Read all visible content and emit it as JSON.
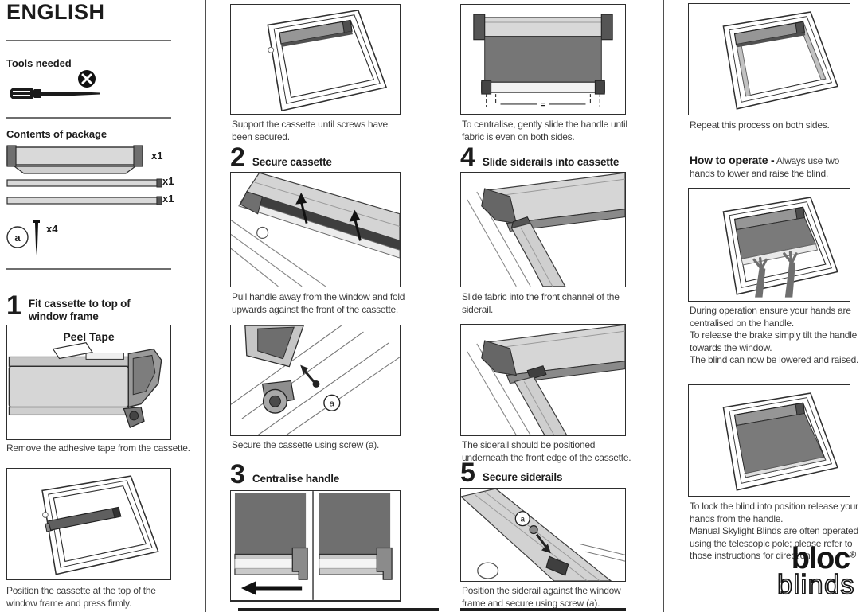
{
  "header": {
    "title": "ENGLISH",
    "tools_heading": "Tools needed",
    "contents_heading": "Contents of package"
  },
  "contents": {
    "cassette_qty": "x1",
    "rail1_qty": "x1",
    "rail2_qty": "x1",
    "screw_label": "a",
    "screw_qty": "x4"
  },
  "steps": [
    {
      "number": "1",
      "title": "Fit cassette to top of window frame"
    },
    {
      "number": "2",
      "title": "Secure cassette"
    },
    {
      "number": "3",
      "title": "Centralise handle"
    },
    {
      "number": "4",
      "title": "Slide siderails into cassette"
    },
    {
      "number": "5",
      "title": "Secure siderails"
    }
  ],
  "captions": {
    "remove_tape": "Remove the adhesive tape from the cassette.",
    "position_cassette": "Position the cassette at the top of the window frame and press firmly.",
    "support_cassette": "Support the cassette until screws have been secured.",
    "pull_handle": "Pull handle away from the window and fold upwards against the front of the cassette.",
    "secure_screw": "Secure the cassette using screw (a).",
    "centralise": "To centralise, gently slide the handle until fabric is even on both sides.",
    "slide_fabric": "Slide fabric into the front channel of the siderail.",
    "siderail_position": "The siderail should be positioned underneath the front edge of the cassette.",
    "secure_siderail": "Position the siderail against the window frame and secure using screw (a).",
    "repeat": "Repeat this process on both sides."
  },
  "diagram_labels": {
    "peel_tape": "Peel Tape",
    "screw": "a",
    "equal": "="
  },
  "operate": {
    "bold": "How to operate -",
    "text": "Always use two hands to lower and raise the blind."
  },
  "operate_notes": [
    "During operation ensure your hands are centralised on the handle.",
    "To release the brake simply tilt the handle towards the window.",
    "The blind can now be lowered and raised."
  ],
  "lock_notes": [
    "To lock the blind into position release your hands from the handle.",
    "Manual Skylight Blinds are often operated using the telescopic pole; please refer to those instructions for direction."
  ],
  "logo": {
    "line1": "bloc",
    "reg": "®",
    "line2": "blinds"
  },
  "colors": {
    "fabric": "#7a7a7a",
    "cassette": "#969696",
    "ink": "#1b1b1b"
  }
}
